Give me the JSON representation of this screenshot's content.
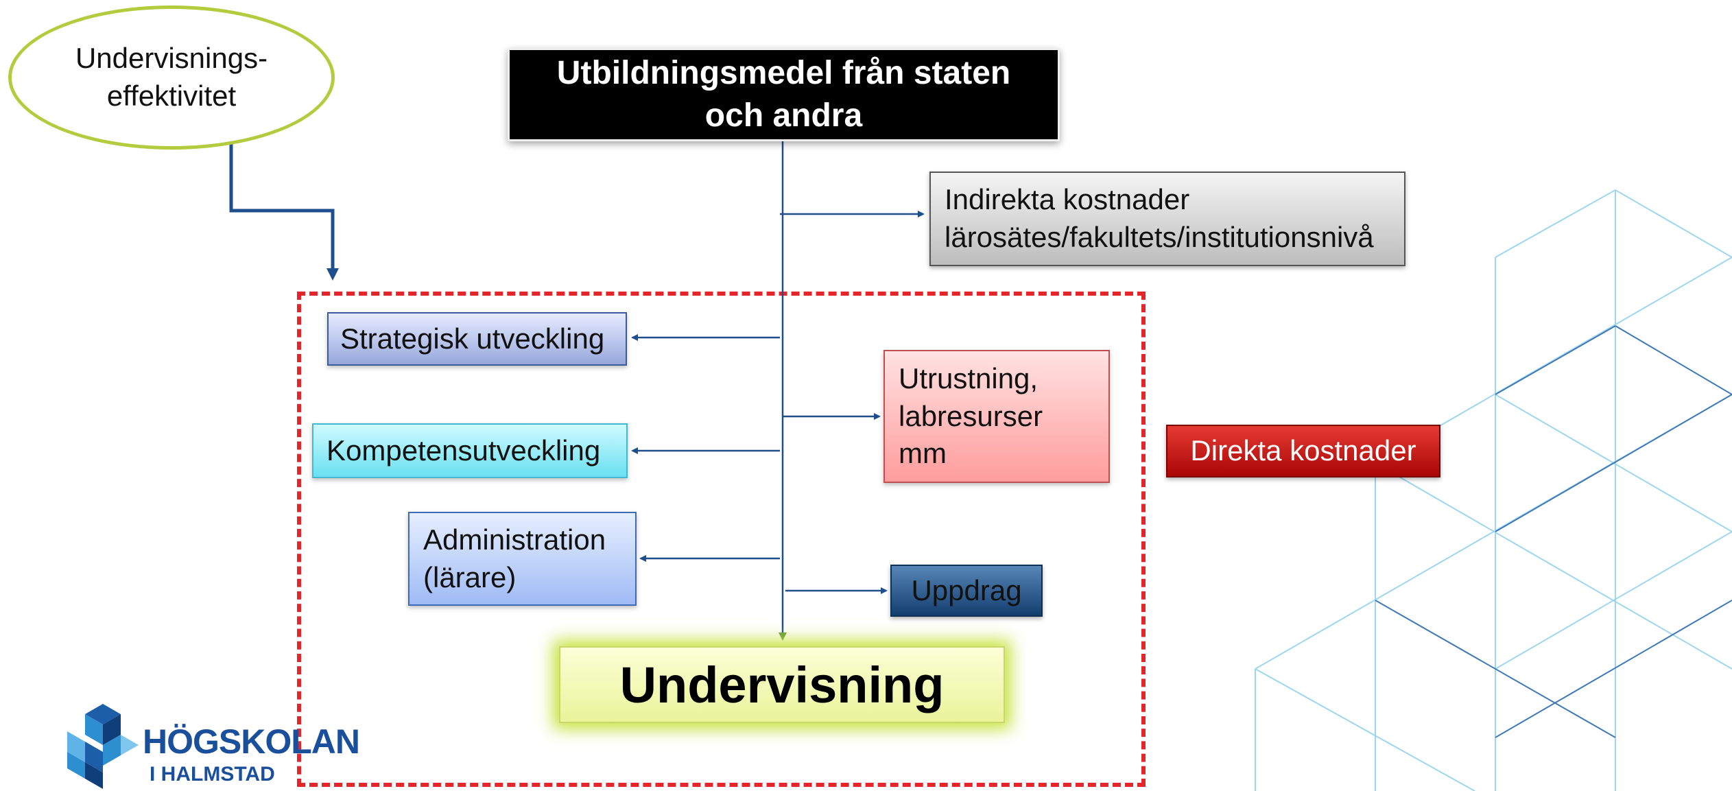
{
  "nodes": {
    "efficiency": "Undervisnings-\neffektivitet",
    "funding": "Utbildningsmedel från staten\noch andra",
    "indirect": "Indirekta kostnader\nlärosätes/fakultets/institutionsnivå",
    "strategic": "Strategisk utveckling",
    "competence": "Kompetensutveckling",
    "administration": "Administration\n(lärare)",
    "equipment": "Utrustning,\nlabresurser\nmm",
    "commission": "Uppdrag",
    "direct": "Direkta kostnader",
    "teaching": "Undervisning"
  },
  "logo": {
    "name": "HÖGSKOLAN",
    "sub": "I HALMSTAD"
  },
  "colors": {
    "dashed_frame": "#e3262c",
    "arrow": "#1f4e8c",
    "oval_border": "#b2cc3d",
    "teaching_glow": "#bdde1e"
  }
}
